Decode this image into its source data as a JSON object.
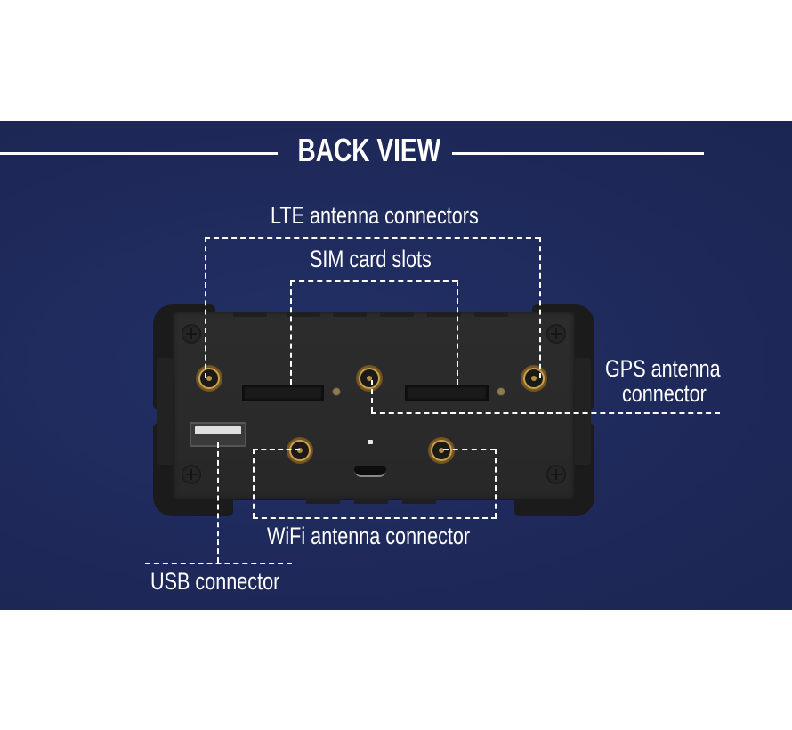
{
  "page": {
    "background_color": "#ffffff",
    "panel_color": "#1f2a5a",
    "accent_gold": "#c9a24e"
  },
  "header": {
    "title": "BACK VIEW"
  },
  "device": {
    "name": "router-back-panel",
    "body_color": "#2a2a2a",
    "bumper_color": "#1b1b1b"
  },
  "callouts": {
    "lte": {
      "label": "LTE antenna connectors"
    },
    "sim": {
      "label": "SIM card slots"
    },
    "gps": {
      "label_line1": "GPS antenna",
      "label_line2": "connector"
    },
    "wifi": {
      "label": "WiFi antenna connector"
    },
    "usb": {
      "label": "USB connector"
    }
  },
  "icons": {
    "lte_connectors": [
      "sma-connector-icon",
      "sma-connector-icon",
      "sma-connector-icon"
    ],
    "gps_connector": "sma-connector-icon",
    "wifi_connectors": [
      "sma-connector-icon",
      "sma-connector-icon"
    ],
    "sim_slots": [
      "sim-slot-icon",
      "sim-slot-icon"
    ],
    "usb_port": "usb-a-port-icon",
    "power_port": "micro-usb-port-icon",
    "screws": [
      "screw-icon",
      "screw-icon",
      "screw-icon",
      "screw-icon"
    ]
  }
}
